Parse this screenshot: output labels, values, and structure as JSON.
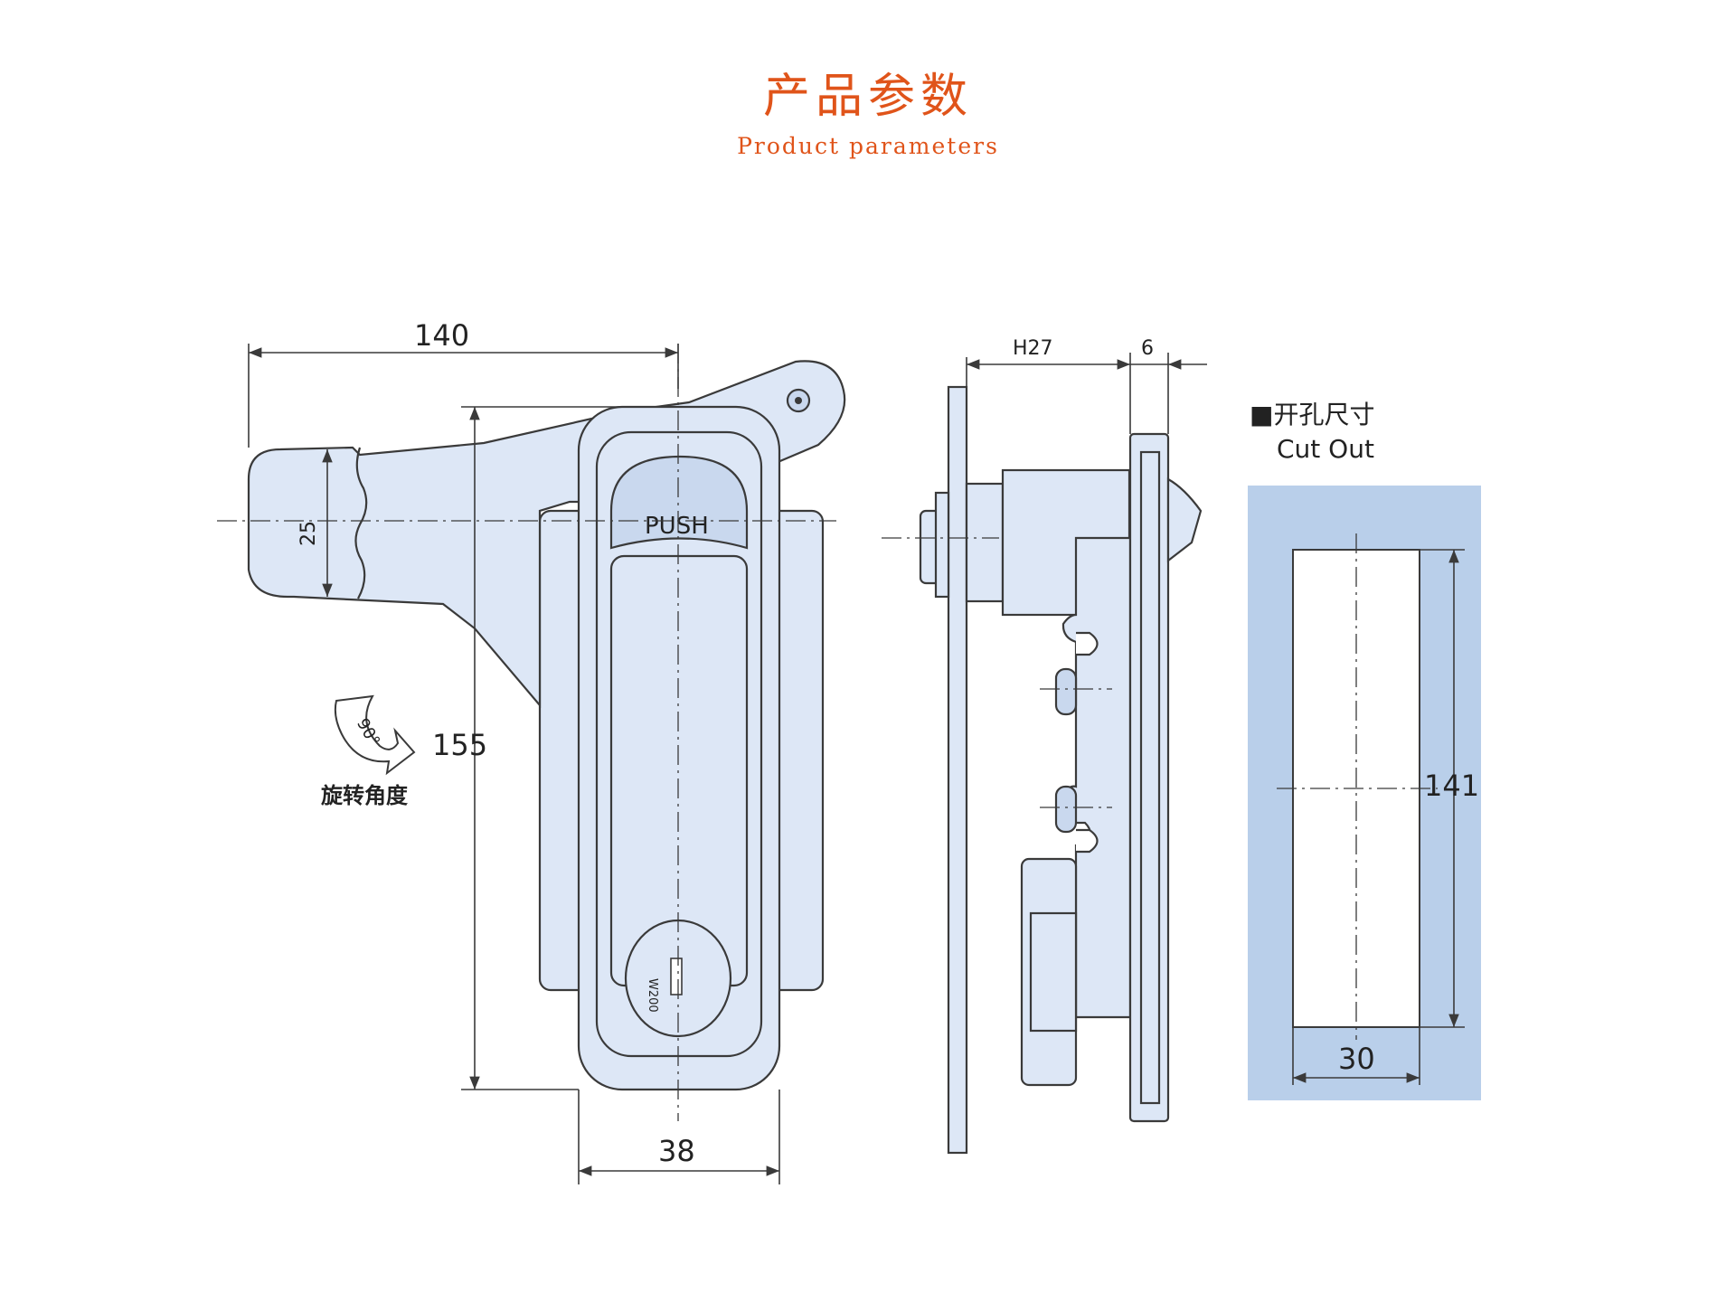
{
  "header": {
    "title_cn": "产品参数",
    "title_en": "Product parameters"
  },
  "front_view": {
    "dim_width": "140",
    "dim_handle_height": "25",
    "dim_height": "155",
    "dim_body_width": "38",
    "push_label": "PUSH",
    "rotation_angle": "90°",
    "rotation_caption": "旋转角度"
  },
  "side_view": {
    "dim_depth": "H27",
    "dim_panel": "6"
  },
  "cutout": {
    "title_cn": "■开孔尺寸",
    "title_en": "Cut Out",
    "dim_height": "141",
    "dim_width": "30",
    "background_color": "#b9cfea"
  },
  "colors": {
    "title": "#e0541a",
    "part_fill": "#dde7f6"
  }
}
